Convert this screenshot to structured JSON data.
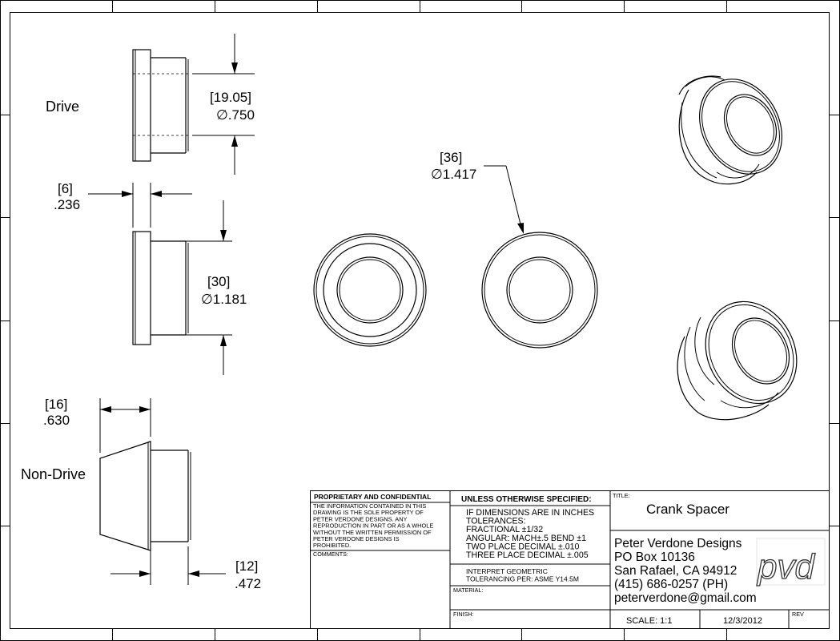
{
  "views": {
    "drive_label": "Drive",
    "nondrive_label": "Non-Drive"
  },
  "dims": {
    "drive_od_mm": "[19.05]",
    "drive_od_in": "∅.750",
    "flange_thk_mm": "[6]",
    "flange_thk_in": ".236",
    "flange_od_mm": "[30]",
    "flange_od_in": "∅1.181",
    "nd_length_mm": "[16]",
    "nd_length_in": ".630",
    "nd_step_mm": "[12]",
    "nd_step_in": ".472",
    "outer_od_mm": "[36]",
    "outer_od_in": "∅1.417"
  },
  "title_block": {
    "proprietary_title": "PROPRIETARY AND CONFIDENTIAL",
    "proprietary_lines": [
      "THE INFORMATION CONTAINED IN THIS",
      "DRAWING IS THE SOLE PROPERTY OF",
      "PETER VERDONE DESIGNS.  ANY",
      "REPRODUCTION IN PART OR AS A WHOLE",
      "WITHOUT THE WRITTEN PERMISSION OF",
      "PETER VERDONE DESIGNS IS",
      "PROHIBITED."
    ],
    "comments_label": "COMMENTS:",
    "unless_title": "UNLESS OTHERWISE SPECIFIED:",
    "tolerance_lines": [
      "IF DIMENSIONS ARE IN INCHES",
      "TOLERANCES:",
      "FRACTIONAL ±1/32",
      "ANGULAR: MACH±.5   BEND ±1",
      "TWO PLACE DECIMAL    ±.010",
      "THREE PLACE DECIMAL  ±.005"
    ],
    "geometric_lines": [
      "INTERPRET GEOMETRIC",
      "TOLERANCING PER: ASME Y14.5M"
    ],
    "material_label": "MATERIAL:",
    "finish_label": "FINISH:",
    "title_label": "TITLE:",
    "title": "Crank Spacer",
    "company_lines": [
      "Peter Verdone Designs",
      "PO Box 10136",
      "San Rafael, CA 94912",
      "(415) 686-0257 (PH)",
      "peterverdone@gmail.com"
    ],
    "logo_text": "pvd",
    "scale": "SCALE: 1:1",
    "date": "12/3/2012",
    "rev_label": "REV"
  }
}
